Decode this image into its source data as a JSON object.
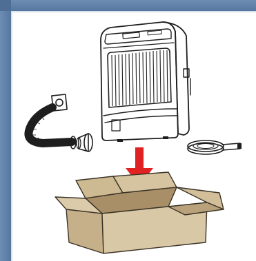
{
  "illustration": {
    "subject": "portable-air-conditioner-unpacking",
    "parts": [
      "air-conditioner-unit",
      "window-adapter",
      "exhaust-hose",
      "hose-nozzle",
      "sealing-tape",
      "down-arrow",
      "cardboard-box"
    ],
    "colors": {
      "background": "#ffffff",
      "frame": "#5f7fa6",
      "line": "#1e1e1e",
      "arrow": "#e02222",
      "box_light": "#d8c8a8",
      "box_mid": "#c9b48f",
      "box_dark": "#b39b73"
    }
  }
}
